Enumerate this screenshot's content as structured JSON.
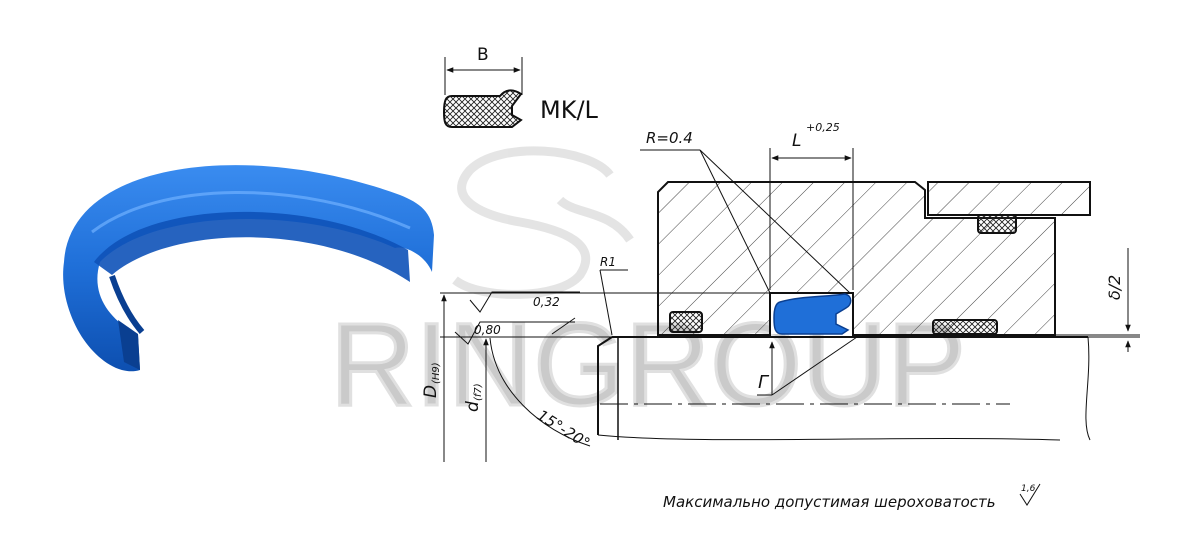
{
  "diagram": {
    "profile_label": "MK/L",
    "dim_width": "B",
    "dim_length": "L",
    "dim_length_tolerance": "+0,25",
    "radius_groove": "R=0.4",
    "radius_edge": "R1",
    "roughness_1": "0,32",
    "roughness_2": "0,80",
    "outer_diameter": "D",
    "outer_diameter_tolerance": "(H9)",
    "rod_diameter": "d",
    "rod_diameter_tolerance": "(f7)",
    "clearance": "δ/2",
    "chamfer_angle": "15°-20°",
    "gamma": "Г",
    "note": "Максимально допустимая шероховатость",
    "note_roughness": "1,6"
  },
  "watermark": {
    "text": "RINGROUP"
  },
  "colors": {
    "seal_blue": "#1f6fd8",
    "seal_dark": "#0d4fb0",
    "line": "#1a1a1a"
  }
}
